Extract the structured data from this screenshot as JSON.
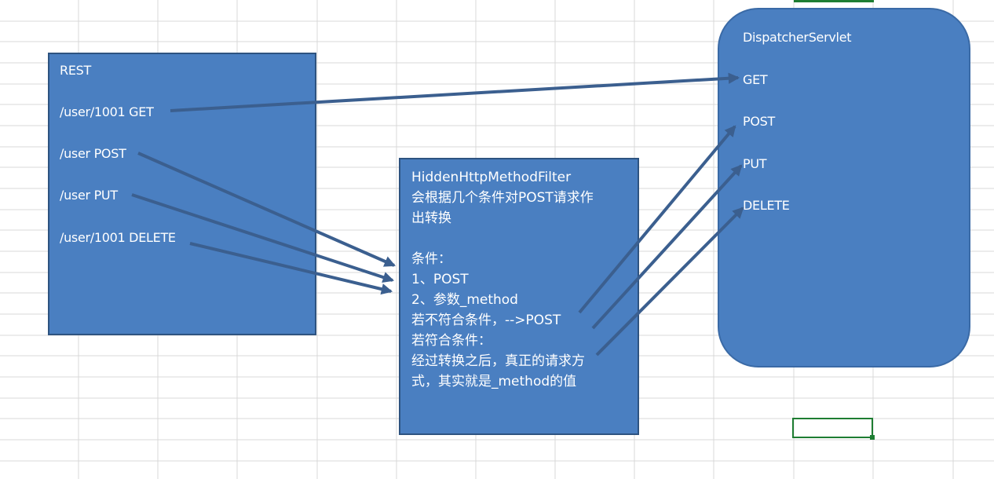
{
  "rest_box": {
    "title": "REST",
    "items": [
      "/user/1001  GET",
      "/user  POST",
      "/user  PUT",
      "/user/1001  DELETE"
    ]
  },
  "filter_box": {
    "lines": [
      "HiddenHttpMethodFilter",
      "会根据几个条件对POST请求作",
      "出转换",
      "",
      "条件：",
      "1、POST",
      "2、参数_method",
      "若不符合条件，-->POST",
      "若符合条件：",
      "经过转换之后，真正的请求方",
      "式，其实就是_method的值"
    ]
  },
  "dispatcher_box": {
    "title": "DispatcherServlet",
    "items": [
      "GET",
      "POST",
      "PUT",
      "DELETE"
    ]
  },
  "colors": {
    "box_fill": "#4a7fc1",
    "box_border": "#2e5380",
    "arrow": "#3b5f8f",
    "grid": "#d9d9d9",
    "selection": "#1e7d32"
  }
}
